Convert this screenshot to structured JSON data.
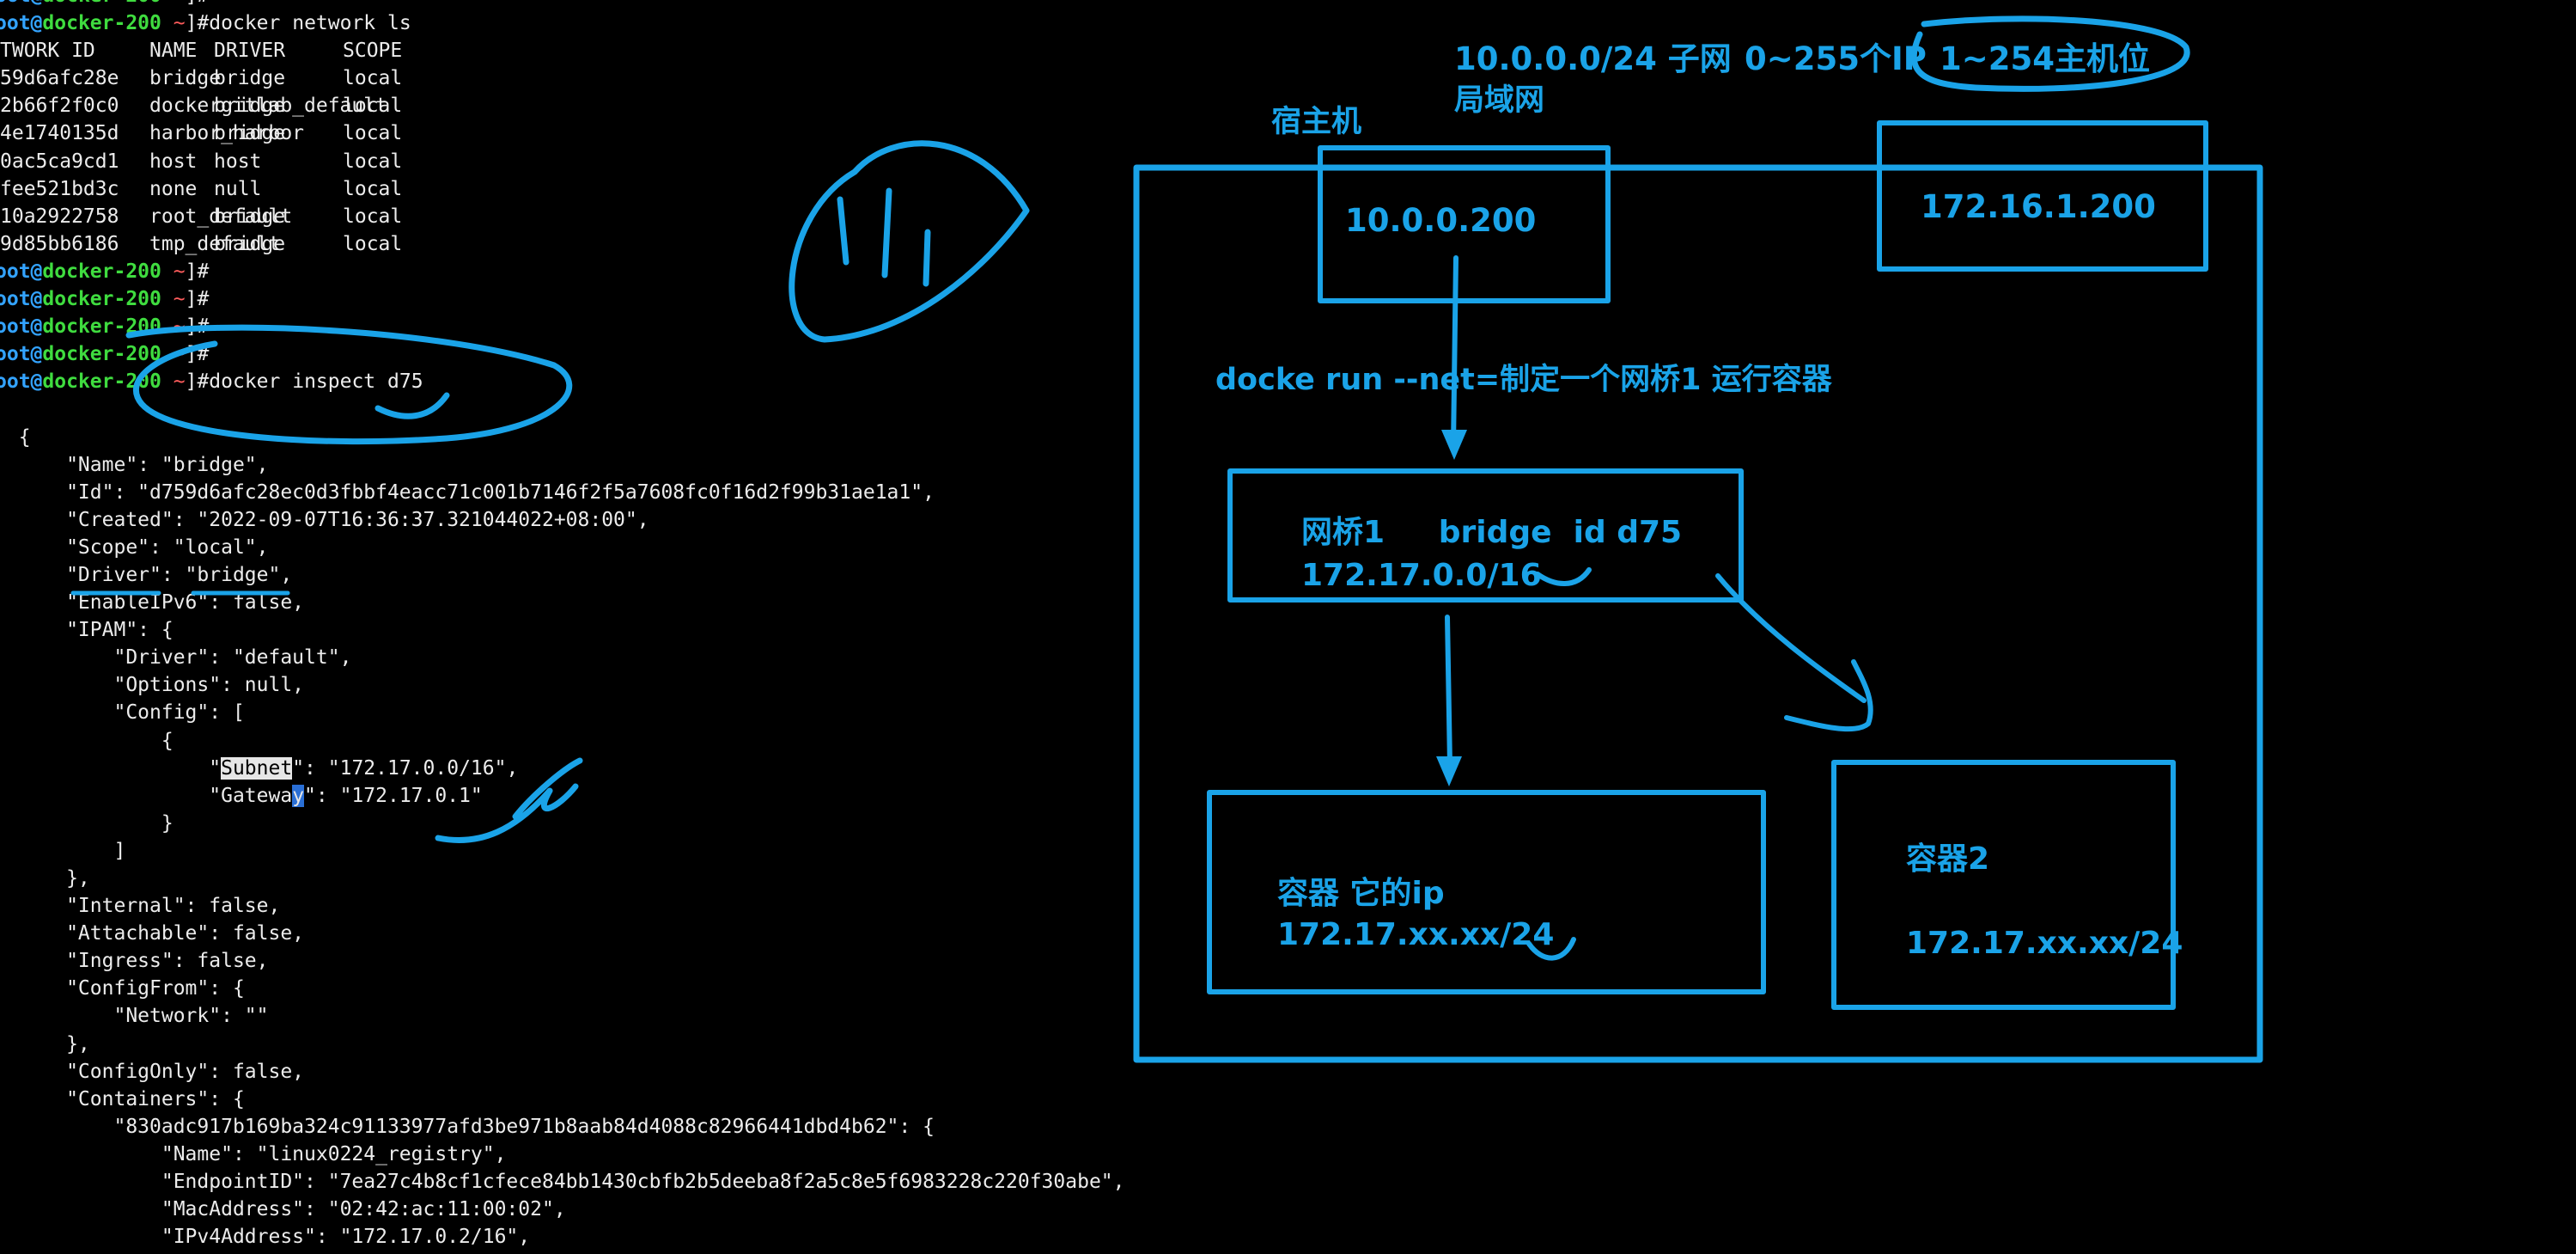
{
  "terminal": {
    "prompt": {
      "user": "oot",
      "at": "@",
      "host": "docker-200",
      "tilde": " ~",
      "open": "[",
      "close": "]#"
    },
    "command1": "docker network ls",
    "table_header": [
      "TWORK ID",
      "NAME",
      "DRIVER",
      "SCOPE"
    ],
    "table_rows": [
      [
        "59d6afc28e",
        "bridge",
        "bridge",
        "local"
      ],
      [
        "2b66f2f0c0",
        "dockergitlab_default",
        "bridge",
        "local"
      ],
      [
        "4e1740135d",
        "harbor_harbor",
        "bridge",
        "local"
      ],
      [
        "0ac5ca9cd1",
        "host",
        "host",
        "local"
      ],
      [
        "fee521bd3c",
        "none",
        "null",
        "local"
      ],
      [
        "10a2922758",
        "root_default",
        "bridge",
        "local"
      ],
      [
        "9d85bb6186",
        "tmp_default",
        "bridge",
        "local"
      ]
    ],
    "command2": "docker inspect d75",
    "json_lines": [
      "  {",
      "      \"Name\": \"bridge\",",
      "      \"Id\": \"d759d6afc28ec0d3fbbf4eacc71c001b7146f2f5a7608fc0f16d2f99b31ae1a1\",",
      "      \"Created\": \"2022-09-07T16:36:37.321044022+08:00\",",
      "      \"Scope\": \"local\",",
      "      \"Driver\": \"bridge\",",
      "      \"EnableIPv6\": false,",
      "      \"IPAM\": {",
      "          \"Driver\": \"default\",",
      "          \"Options\": null,",
      "          \"Config\": [",
      "              {"
    ],
    "subnet_line": {
      "prefix": "                  \"",
      "key": "Subnet",
      "suffix": "\": \"172.17.0.0/16\","
    },
    "gateway_line": {
      "prefix": "                  \"Gatewa",
      "cursor": "y",
      "suffix": "\": \"172.17.0.1\""
    },
    "json_lines_after": [
      "              }",
      "          ]",
      "      },",
      "      \"Internal\": false,",
      "      \"Attachable\": false,",
      "      \"Ingress\": false,",
      "      \"ConfigFrom\": {",
      "          \"Network\": \"\"",
      "      },",
      "      \"ConfigOnly\": false,",
      "      \"Containers\": {",
      "          \"830adc917b169ba324c91133977afd3be971b8aab84d4088c82966441dbd4b62\": {",
      "              \"Name\": \"linux0224_registry\",",
      "              \"EndpointID\": \"7ea27c4b8cf1cfece84bb1430cbfb2b5deeba8f2a5c8e5f6983228c220f30abe\",",
      "              \"MacAddress\": \"02:42:ac:11:00:02\",",
      "              \"IPv4Address\": \"172.17.0.2/16\","
    ]
  },
  "diagram": {
    "subnet_note": "10.0.0.0/24 子网",
    "ip_range_note": "0~255个IP",
    "host_bits_note": "1~254主机位",
    "lan_label": "局域网",
    "host_label": "宿主机",
    "host_ip": "10.0.0.200",
    "other_host_ip": "172.16.1.200",
    "run_note": "docke run --net=制定一个网桥1 运行容器",
    "bridge_line1": "网桥1     bridge  id d75",
    "bridge_line2": "172.17.0.0/16",
    "container1_line1": "容器 它的ip",
    "container1_line2": "172.17.xx.xx/24",
    "container2_line1": "容器2",
    "container2_line2": "172.17.xx.xx/24",
    "ink_color": "#1aa3e8"
  }
}
